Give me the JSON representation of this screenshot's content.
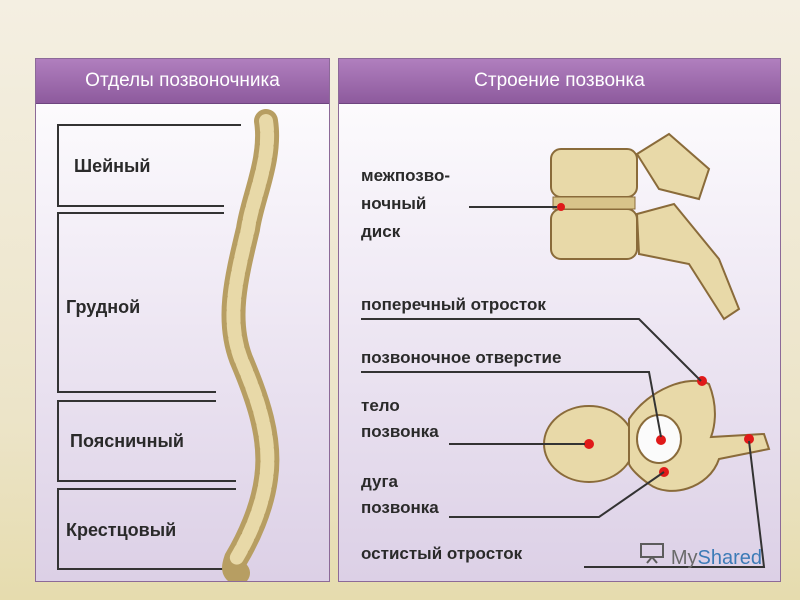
{
  "left": {
    "header": "Отделы позвоночника",
    "sections": [
      "Шейный",
      "Грудной",
      "Поясничный",
      "Крестцовый"
    ]
  },
  "right": {
    "header": "Строение позвонка",
    "labels": {
      "disc_line1": "межпозво-",
      "disc_line2": "ночный",
      "disc_line3": "диск",
      "transverse": "поперечный отросток",
      "foramen": "позвоночное отверстие",
      "body_line1": "тело",
      "body_line2": "позвонка",
      "arch_line1": "дуга",
      "arch_line2": "позвонка",
      "spinous": "остистый отросток"
    }
  },
  "watermark": {
    "prefix": "My",
    "suffix": "Shared",
    "icon": "presentation-board-icon"
  },
  "colors": {
    "header": "#9c6aad",
    "bone": "#e8d9a8",
    "bone_dark": "#8a6b3a",
    "marker": "#e01919"
  }
}
